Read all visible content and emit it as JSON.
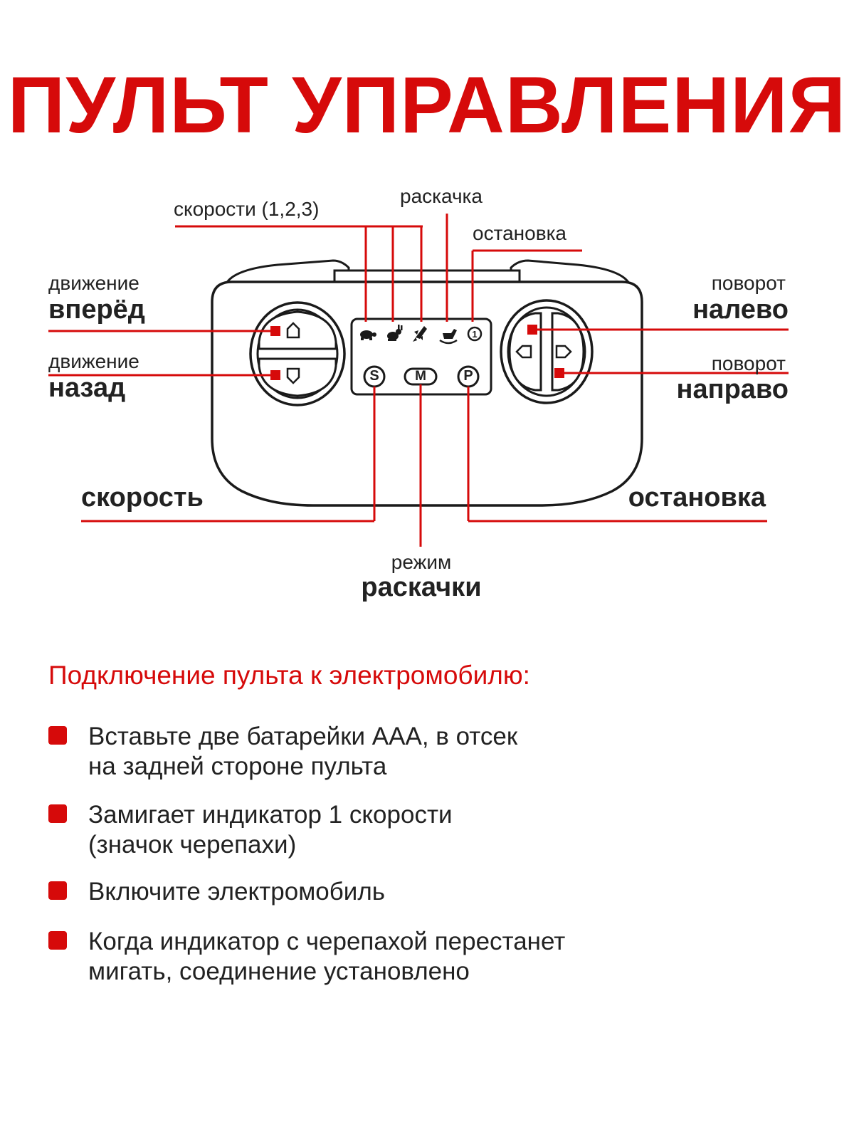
{
  "title": "ПУЛЬТ УПРАВЛЕНИЯ",
  "labels": {
    "speeds_top": "скорости (1,2,3)",
    "swing_top": "раскачка",
    "stop_top": "остановка",
    "forward_small": "движение",
    "forward_big": "вперёд",
    "backward_small": "движение",
    "backward_big": "назад",
    "left_small": "поворот",
    "left_big": "налево",
    "right_small": "поворот",
    "right_big": "направо",
    "speed_bottom": "скорость",
    "stop_bottom": "остановка",
    "mode_small": "режим",
    "mode_big": "раскачки"
  },
  "buttons": {
    "s": "S",
    "m": "M",
    "p": "P"
  },
  "indicators": [
    "turtle-icon",
    "rabbit-icon",
    "rocket-icon",
    "rocking-horse-icon",
    "power-icon"
  ],
  "connection": {
    "title": "Подключение пульта к электромобилю:",
    "steps": [
      "Вставьте две батарейки ААА, в отсек\nна задней стороне пульта",
      "Замигает индикатор 1 скорости\n(значок черепахи)",
      "Включите электромобиль",
      "Когда индикатор с черепахой перестанет\nмигать, соединение установлено"
    ]
  },
  "colors": {
    "accent": "#d60a0a",
    "text": "#222222",
    "outline": "#1a1a1a"
  }
}
